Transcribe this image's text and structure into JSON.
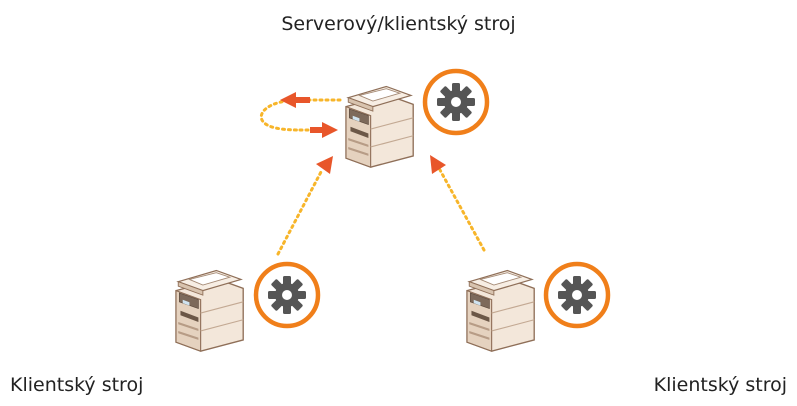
{
  "diagram": {
    "server_label": "Serverový/klientský stroj",
    "client_left_label": "Klientský stroj",
    "client_right_label": "Klientský stroj"
  },
  "colors": {
    "printer_body": "#f1e4d6",
    "printer_outline": "#8f6f58",
    "printer_dark": "#6b5747",
    "badge_ring": "#f07f1a",
    "gear": "#5a5a5a",
    "dotted_line": "#f7b52a",
    "arrow_head": "#e8562a"
  },
  "icons": [
    "printer-icon",
    "gear-icon",
    "arrow-icon"
  ]
}
